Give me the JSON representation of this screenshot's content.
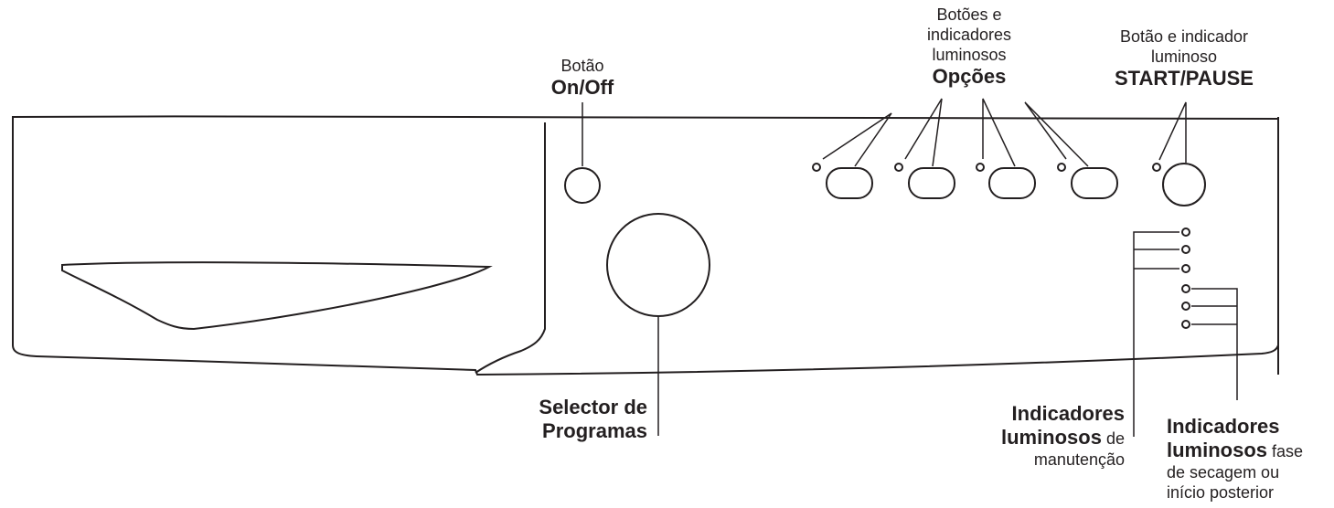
{
  "labels": {
    "on_off": {
      "line1": "Botão",
      "line2": "On/Off"
    },
    "options": {
      "line1": "Botões e",
      "line2": "indicadores",
      "line3": "luminosos",
      "line4": "Opções"
    },
    "start_pause": {
      "line1": "Botão e indicador",
      "line2": "luminoso",
      "line3": "START/PAUSE"
    },
    "program_selector": {
      "line1": "Selector de",
      "line2": "Programas"
    },
    "maintenance": {
      "line1": "Indicadores",
      "line2_bold": "luminosos",
      "line2_rest": " de",
      "line3": "manutenção"
    },
    "drying": {
      "line1": "Indicadores",
      "line2_bold": "luminosos",
      "line2_rest": " fase",
      "line3": "de secagem ou",
      "line4": "início posterior"
    }
  }
}
